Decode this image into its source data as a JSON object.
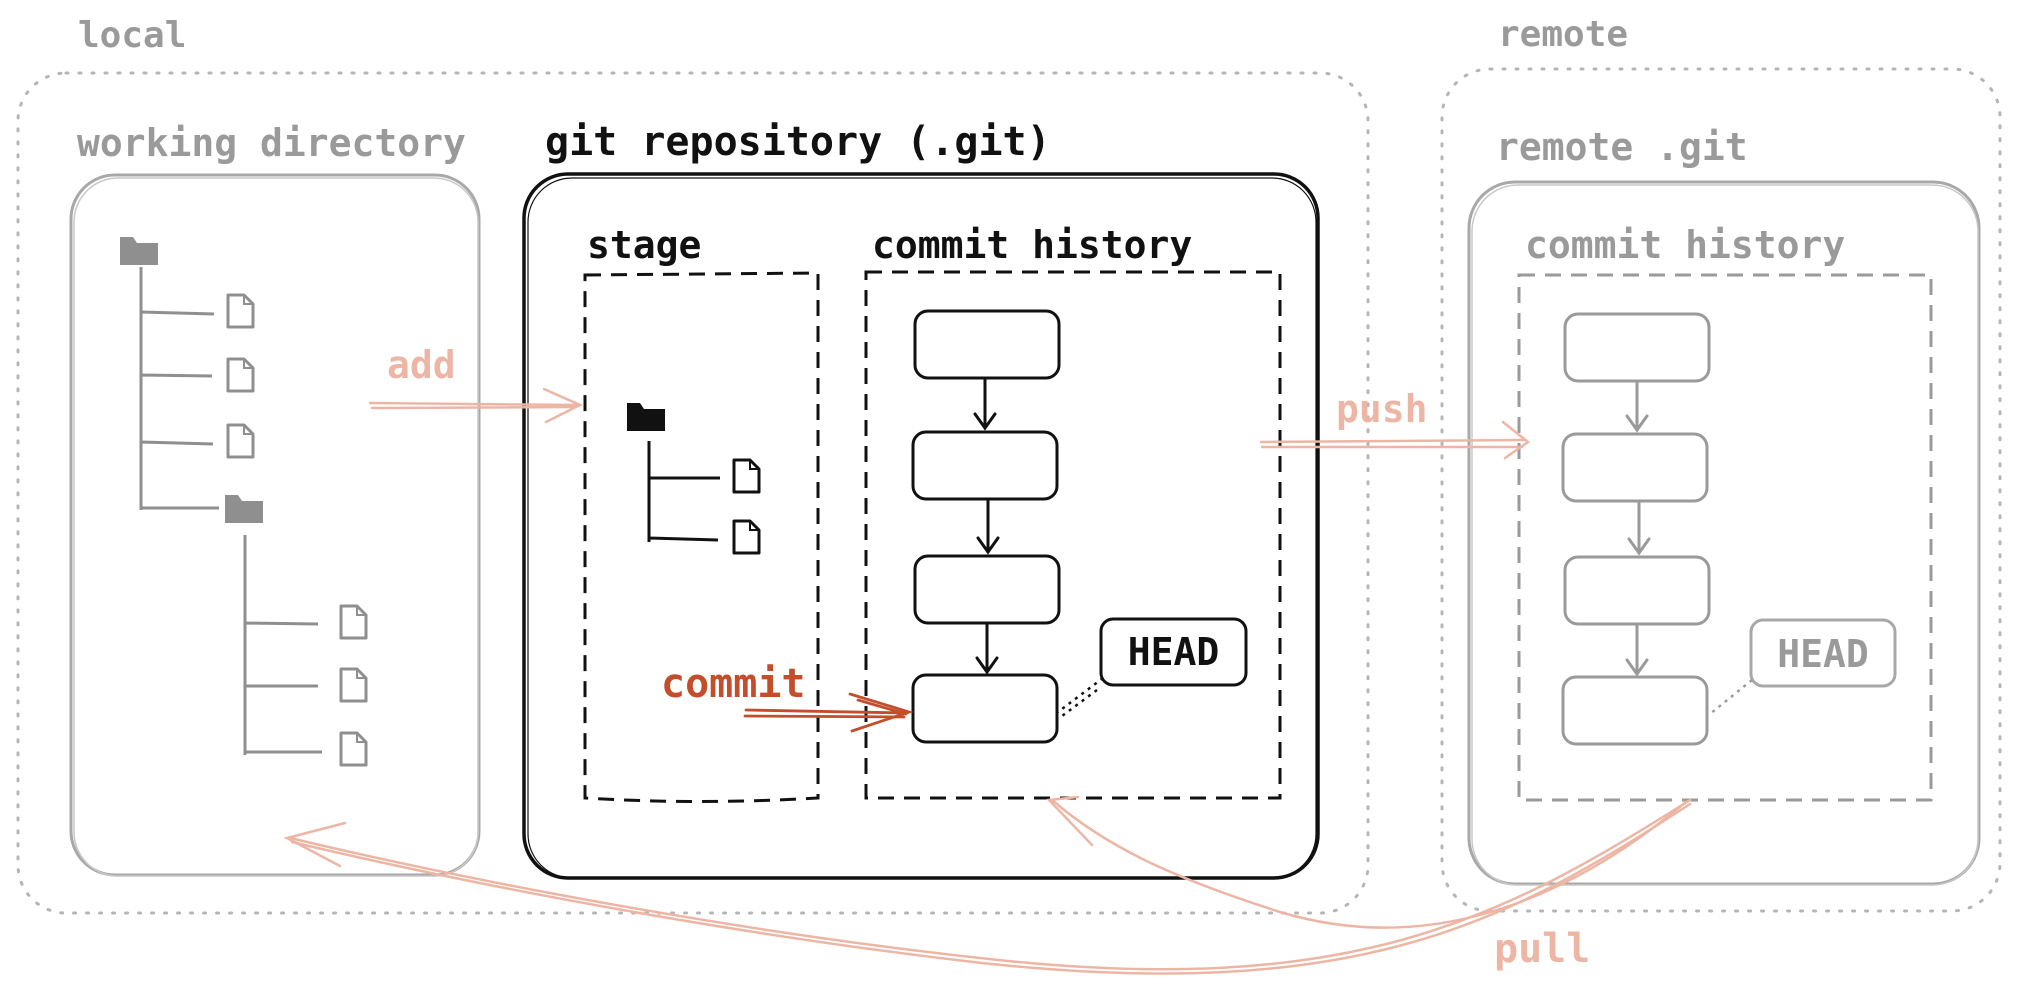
{
  "colors": {
    "dark": "#111111",
    "muted": "#9a9a9a",
    "accent": "#c24e2c",
    "accent_light": "#edb6a4"
  },
  "labels": {
    "local": "local",
    "remote": "remote",
    "working_directory": "working directory",
    "git_repository": "git repository (.git)",
    "stage": "stage",
    "commit_history": "commit history",
    "remote_git": "remote .git",
    "remote_commit_history": "commit history",
    "head": "HEAD",
    "remote_head": "HEAD"
  },
  "actions": {
    "add": "add",
    "commit": "commit",
    "push": "push",
    "pull": "pull"
  },
  "icons": {
    "folder": "folder-icon",
    "file": "file-icon",
    "arrow": "arrow-icon"
  }
}
